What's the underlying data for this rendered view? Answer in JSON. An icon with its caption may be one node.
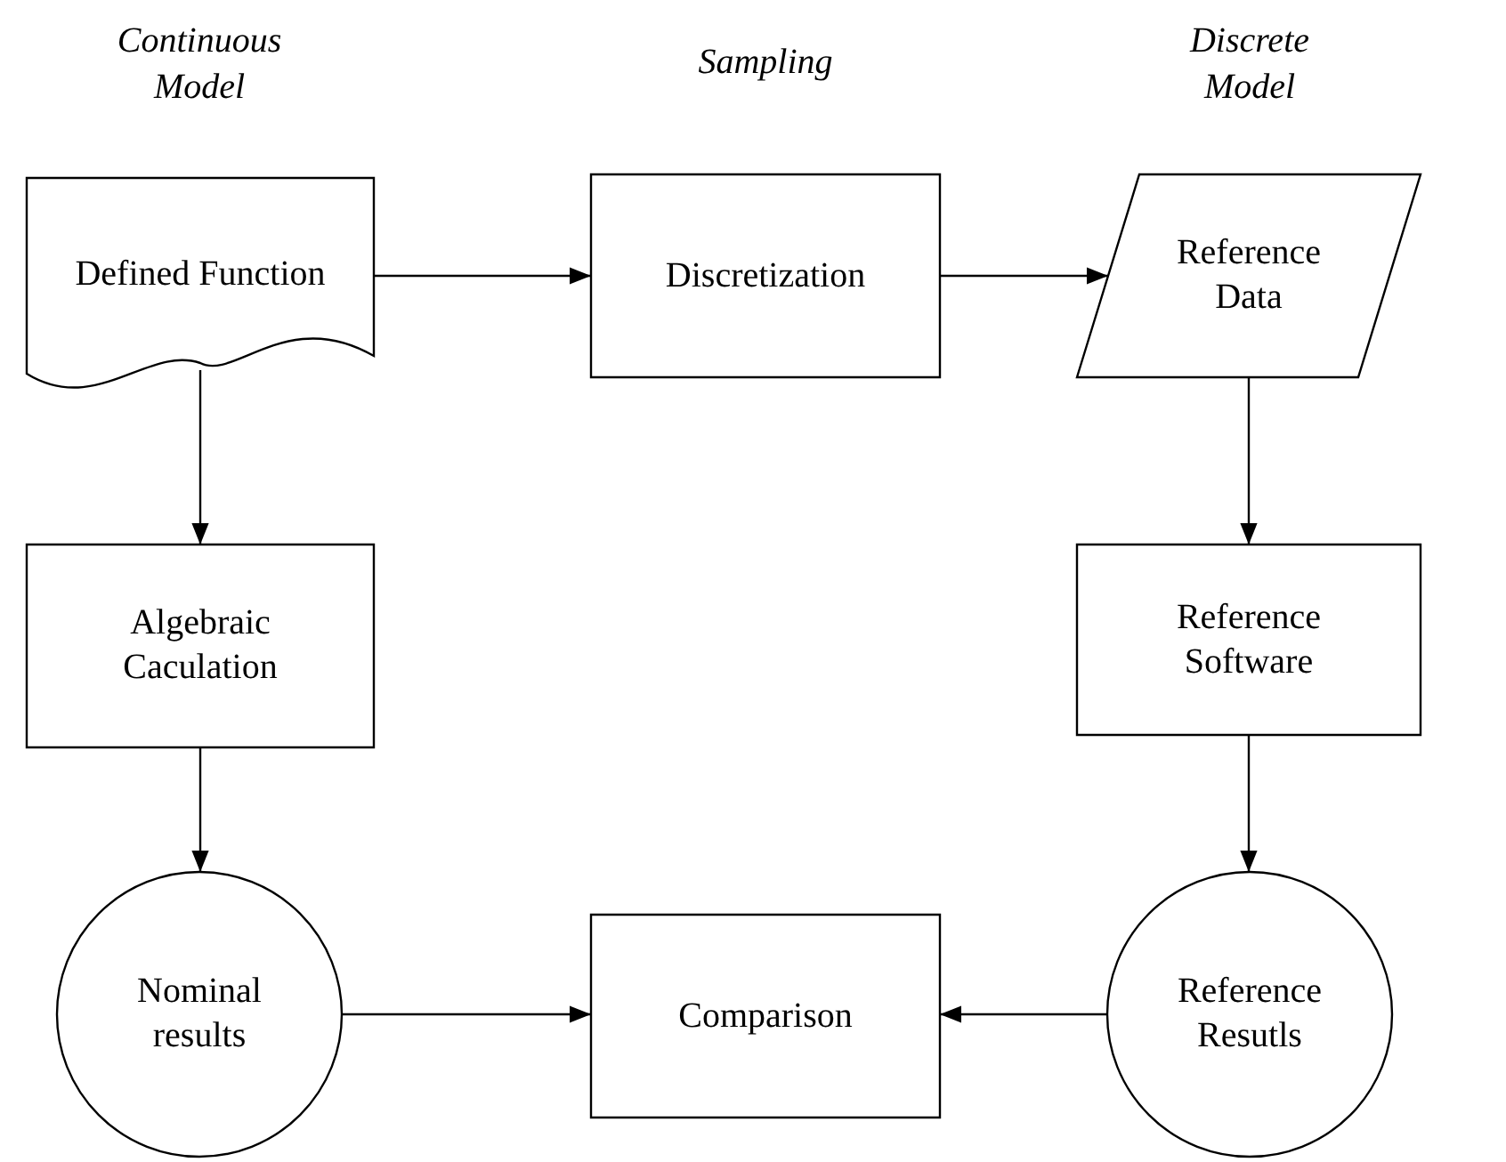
{
  "diagram": {
    "nodes": [
      {
        "text": [
          "Defined Function"
        ]
      },
      {
        "text": [
          "Discretization"
        ]
      },
      {
        "text": [
          "Reference Data"
        ]
      },
      {
        "text": [
          "Algebraic Caculation"
        ]
      },
      {
        "text": [
          "Reference Software"
        ]
      },
      {
        "text": [
          "Nominal results"
        ]
      },
      {
        "text": [
          "Comparison"
        ]
      },
      {
        "text": [
          "Reference Resutls"
        ]
      }
    ],
    "edges": [
      {
        "from": 0,
        "to": 1,
        "arrow": "to"
      },
      {
        "from": 1,
        "to": 2,
        "arrow": "to"
      },
      {
        "from": 0,
        "to": 3,
        "arrow": "to"
      },
      {
        "from": 2,
        "to": 4,
        "arrow": "to"
      },
      {
        "from": 3,
        "to": 5,
        "arrow": "to"
      },
      {
        "from": 4,
        "to": 7,
        "arrow": "to"
      },
      {
        "from": 5,
        "to": 6,
        "arrow": "to"
      },
      {
        "from": 7,
        "to": 6,
        "arrow": "to"
      }
    ],
    "labels": [
      "Continuous Model",
      "Sampling",
      "Discrete Model"
    ]
  }
}
